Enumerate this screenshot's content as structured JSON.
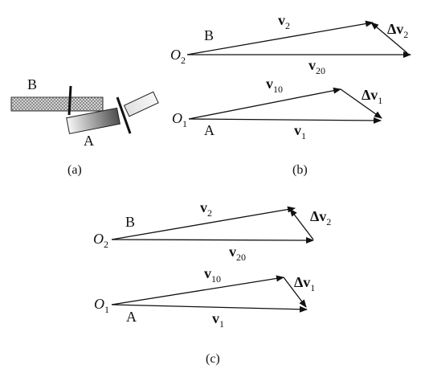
{
  "panels": {
    "a": {
      "caption": "(a)",
      "labels": {
        "B": "B",
        "A": "A"
      }
    },
    "b": {
      "caption": "(b)",
      "top": {
        "origin": "O",
        "origin_sub": "2",
        "body": "B",
        "v": "v",
        "v_sub": "2",
        "v0": "v",
        "v0_sub": "20",
        "dv": "Δv",
        "dv_sub": "2"
      },
      "bottom": {
        "origin": "O",
        "origin_sub": "1",
        "body": "A",
        "v": "v",
        "v_sub": "1",
        "v0": "v",
        "v0_sub": "10",
        "dv": "Δv",
        "dv_sub": "1"
      }
    },
    "c": {
      "caption": "(c)",
      "top": {
        "origin": "O",
        "origin_sub": "2",
        "body": "B",
        "v": "v",
        "v_sub": "2",
        "v0": "v",
        "v0_sub": "20",
        "dv": "Δv",
        "dv_sub": "2"
      },
      "bottom": {
        "origin": "O",
        "origin_sub": "1",
        "body": "A",
        "v": "v",
        "v_sub": "1",
        "v0": "v",
        "v0_sub": "10",
        "dv": "Δv",
        "dv_sub": "1"
      }
    }
  },
  "colors": {
    "ink": "#111111",
    "hatch": "#8a8a8a",
    "gradient_light": "#f4f4f4",
    "gradient_dark": "#555555"
  }
}
